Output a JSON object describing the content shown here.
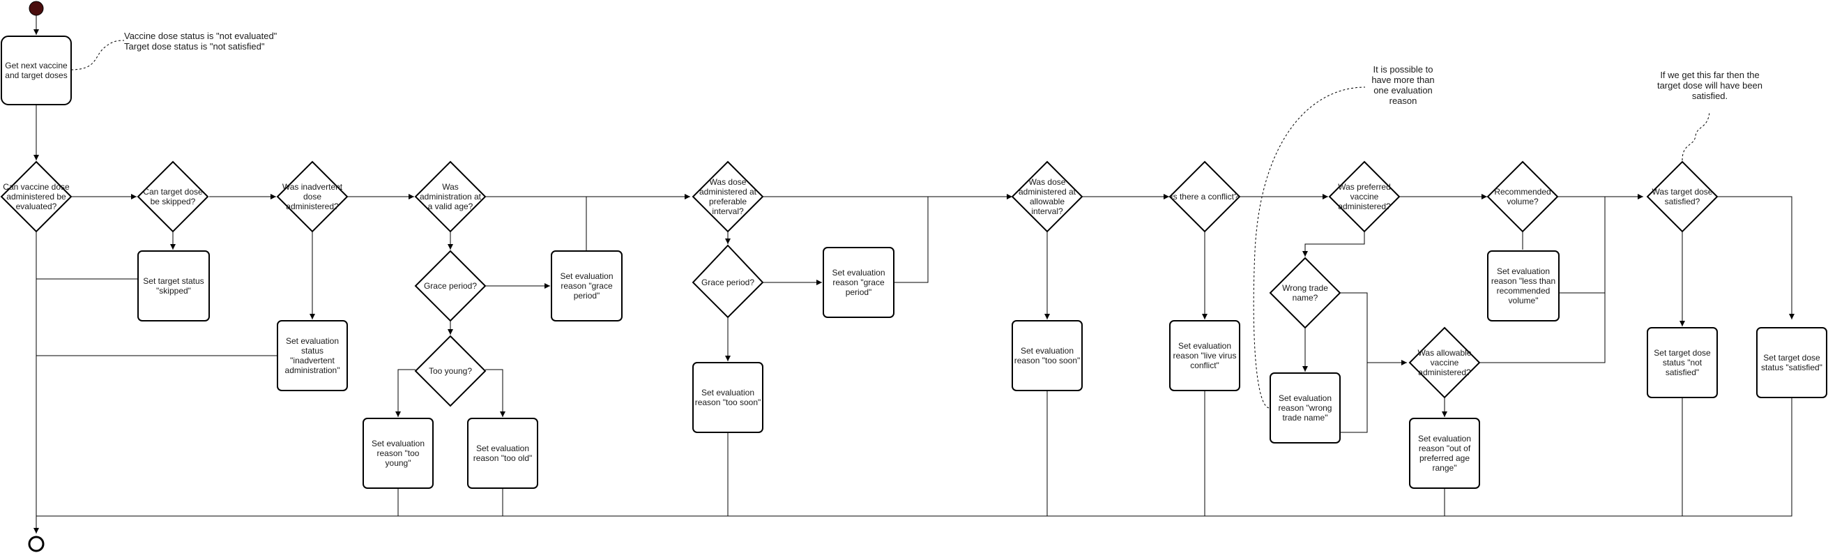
{
  "colors": {
    "stroke": "#000000",
    "start_fill": "#4a0d0d",
    "background": "#ffffff"
  },
  "notes": {
    "dose_status": "Vaccine dose status is \"not evaluated\"\nTarget dose status is \"not satisfied\"",
    "multiple_reasons": "It is possible to\nhave more than\none evaluation\nreason",
    "satisfied_note": "If we get this far then the\ntarget dose will have been\nsatisfied."
  },
  "actions": {
    "get_next": "Get next vaccine\nand target doses",
    "skipped": "Set target status\n\"skipped\"",
    "inadvertent": "Set evaluation\nstatus\n\"inadvertent\nadministration\"",
    "too_young": "Set evaluation\nreason \"too\nyoung\"",
    "too_old": "Set evaluation\nreason \"too old\"",
    "grace1": "Set evaluation\nreason \"grace\nperiod\"",
    "too_soon1": "Set evaluation\nreason \"too soon\"",
    "grace2": "Set evaluation\nreason \"grace\nperiod\"",
    "too_soon2": "Set evaluation\nreason \"too soon\"",
    "live_virus": "Set evaluation\nreason \"live virus\nconflict\"",
    "wrong_trade": "Set evaluation\nreason \"wrong\ntrade name\"",
    "less_volume": "Set evaluation\nreason \"less than\nrecommended\nvolume\"",
    "age_range": "Set evaluation\nreason \"out of\npreferred age\nrange\"",
    "not_satisfied": "Set target dose\nstatus \"not\nsatisfied\"",
    "satisfied": "Set target dose\nstatus \"satisfied\""
  },
  "decisions": {
    "can_evaluate": "Can vaccine dose\nadministered be\nevaluated?",
    "can_skip": "Can target dose\nbe skipped?",
    "inadvertent": "Was inadvertent\ndose\nadministered?",
    "valid_age": "Was\nadministration at\na valid age?",
    "grace_age": "Grace period?",
    "too_young": "Too young?",
    "preferable_interval": "Was dose\nadministered at\npreferable\ninterval?",
    "grace_interval": "Grace period?",
    "allowable_interval": "Was dose\nadministered at\nallowable\ninterval?",
    "conflict": "Is there a conflict?",
    "preferred_vaccine": "Was preferred\nvaccine\nadministered?",
    "wrong_trade": "Wrong trade\nname?",
    "allowable_vaccine": "Was allowable\nvaccine\nadministered?",
    "volume": "Recommended\nvolume?",
    "target_satisfied": "Was target dose\nsatisfied?"
  }
}
